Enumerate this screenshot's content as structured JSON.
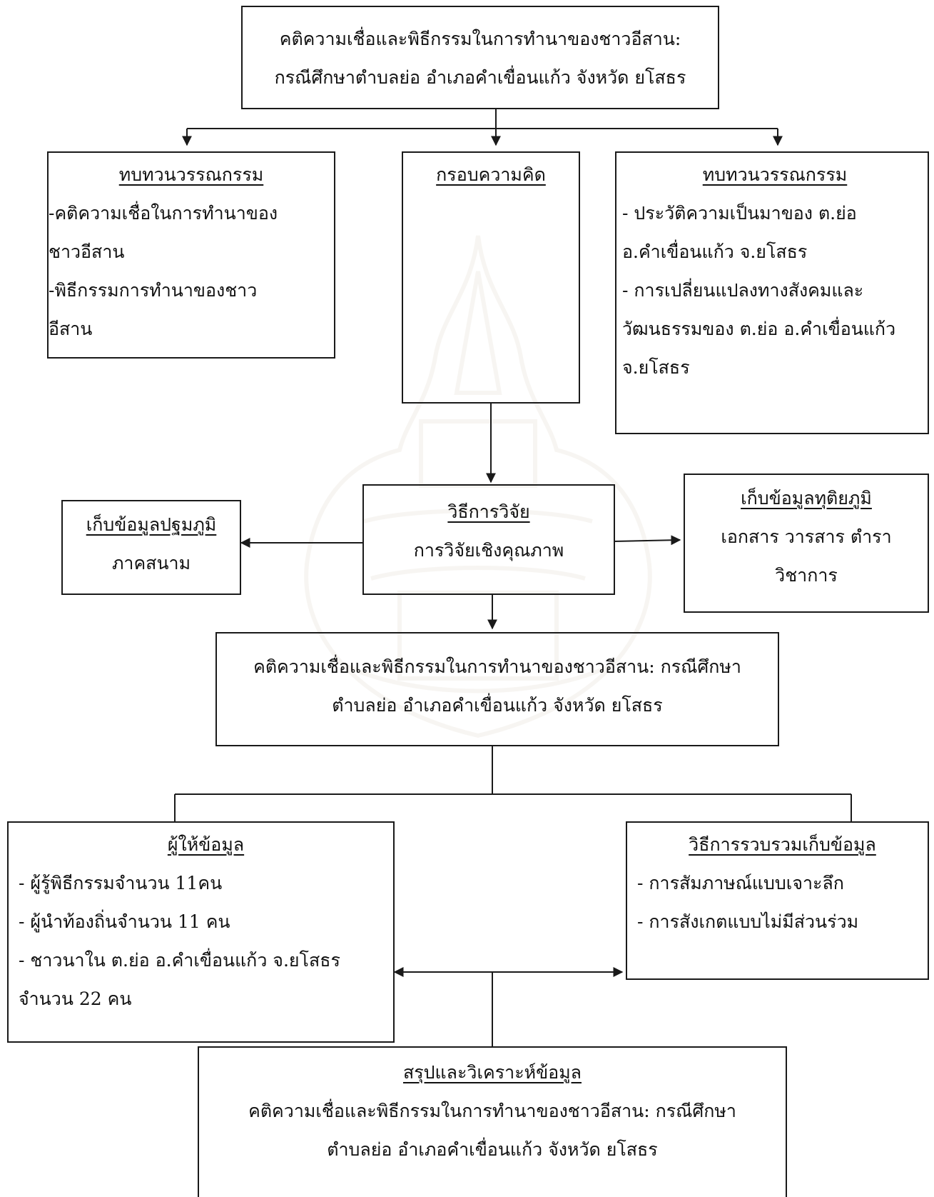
{
  "title_box": {
    "lines": [
      "คติความเชื่อและพิธีกรรมในการทำนาของชาวอีสาน:",
      "กรณีศึกษาตำบลย่อ อำเภอคำเขื่อนแก้ว จังหวัด ยโสธร"
    ]
  },
  "lit_review_left": {
    "heading": "ทบทวนวรรณกรรม",
    "lines": [
      "-คติความเชื่อในการทำนาของ",
      "ชาวอีสาน",
      "-พิธีกรรมการทำนาของชาว",
      "อีสาน"
    ]
  },
  "framework_box": {
    "heading": "กรอบความคิด"
  },
  "lit_review_right": {
    "heading": "ทบทวนวรรณกรรม",
    "lines": [
      "- ประวัติความเป็นมาของ ต.ย่อ",
      "อ.คำเขื่อนแก้ว จ.ยโสธร",
      "- การเปลี่ยนแปลงทางสังคมและ",
      "วัฒนธรรมของ ต.ย่อ อ.คำเขื่อนแก้ว",
      "จ.ยโสธร"
    ]
  },
  "research_method": {
    "heading": "วิธีการวิจัย",
    "lines": [
      "การวิจัยเชิงคุณภาพ"
    ]
  },
  "primary_data": {
    "heading": "เก็บข้อมูลปฐมภูมิ",
    "lines": [
      "ภาคสนาม"
    ]
  },
  "secondary_data": {
    "heading": "เก็บข้อมูลทุติยภูมิ",
    "lines": [
      "เอกสาร วารสาร ตำรา",
      "วิชาการ"
    ]
  },
  "topic_box": {
    "lines": [
      "คติความเชื่อและพิธีกรรมในการทำนาของชาวอีสาน: กรณีศึกษา",
      "ตำบลย่อ อำเภอคำเขื่อนแก้ว จังหวัด ยโสธร"
    ]
  },
  "informants": {
    "heading": "ผู้ให้ข้อมูล",
    "lines": [
      "- ผู้รู้พิธีกรรมจำนวน 11คน",
      "- ผู้นำท้องถิ่นจำนวน 11 คน",
      "- ชาวนาใน ต.ย่อ อ.คำเขื่อนแก้ว จ.ยโสธร",
      "จำนวน 22 คน"
    ]
  },
  "data_collection": {
    "heading": "วิธีการรวบรวมเก็บข้อมูล",
    "lines": [
      "- การสัมภาษณ์แบบเจาะลึก",
      "- การสังเกตแบบไม่มีส่วนร่วม"
    ]
  },
  "summary_box": {
    "heading": "สรุปและวิเคราะห์ข้อมูล",
    "lines": [
      "คติความเชื่อและพิธีกรรมในการทำนาของชาวอีสาน: กรณีศึกษา",
      "ตำบลย่อ อำเภอคำเขื่อนแก้ว จังหวัด ยโสธร"
    ]
  },
  "colors": {
    "line": "#1a1a1a",
    "text": "#111111",
    "watermark": "#b8a98a"
  }
}
